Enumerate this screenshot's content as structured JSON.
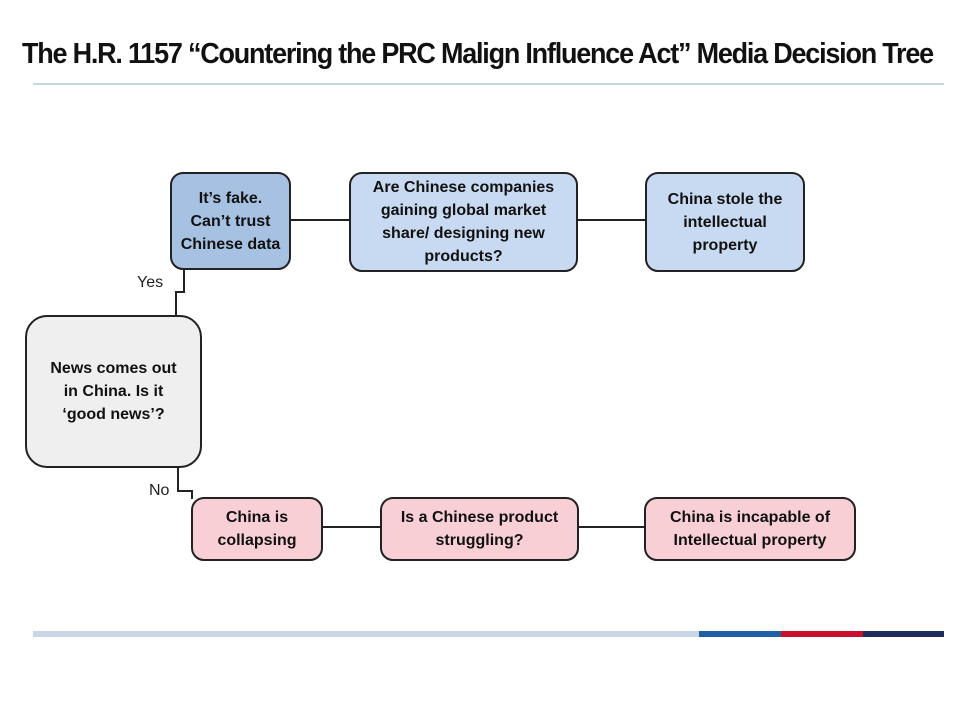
{
  "title": "The H.R. 1157 “Countering the PRC Malign Influence Act” Media Decision Tree",
  "colors": {
    "start_fill": "#efefef",
    "dark_blue_fill": "#a7c1e2",
    "light_blue_fill": "#c8daf1",
    "pink_fill": "#f9cfd6",
    "connector": "#222222",
    "rule": "#c9d6e8",
    "footer_blue": "#1f5fa6",
    "footer_red": "#c8102e",
    "footer_navy": "#1f2d5c"
  },
  "nodes": {
    "start": "News comes out in China. Is it ‘good news’?",
    "yes_fake": "It’s fake. Can’t trust Chinese data",
    "yes_question": "Are Chinese companies gaining global market share/ designing new products?",
    "yes_result": "China stole the intellectual property",
    "no_collapsing": "China is collapsing",
    "no_question": "Is a Chinese product struggling?",
    "no_result": "China is incapable of Intellectual property"
  },
  "edges": {
    "yes_label": "Yes",
    "no_label": "No"
  }
}
